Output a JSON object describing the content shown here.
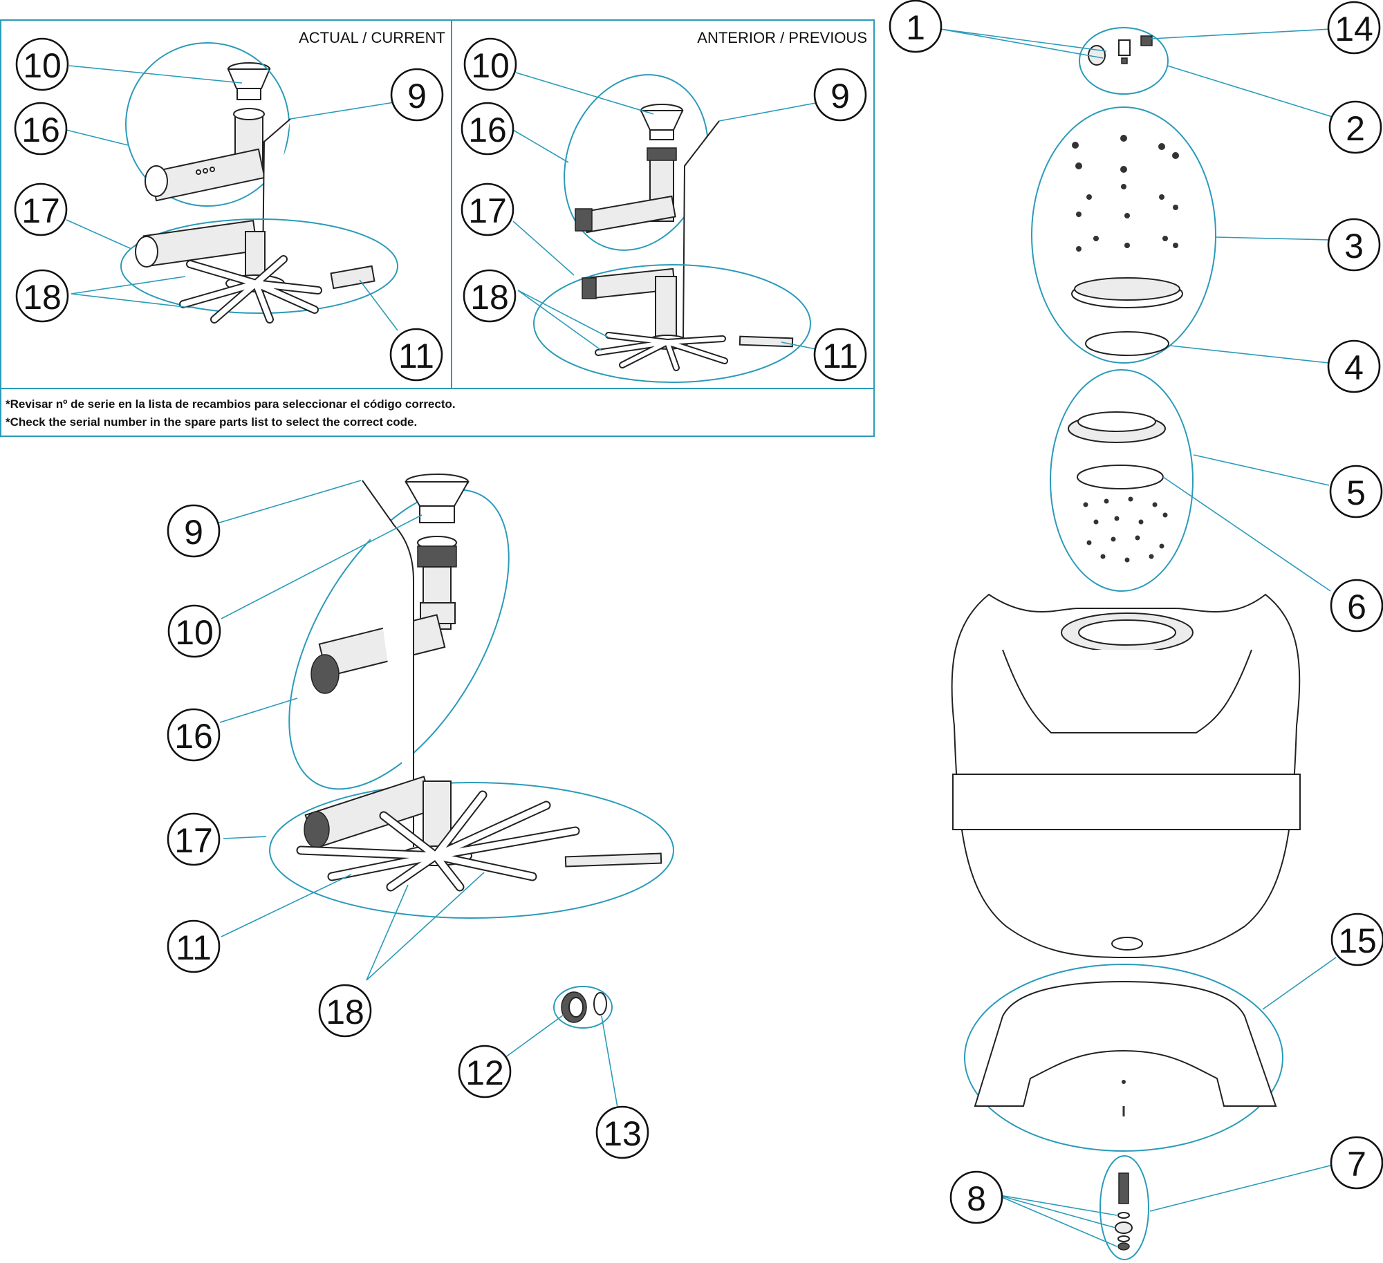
{
  "panels": {
    "current_label": "ACTUAL / CURRENT",
    "previous_label": "ANTERIOR / PREVIOUS"
  },
  "notes": {
    "line1": "*Revisar nº de serie en la lista de recambios para seleccionar el código correcto.",
    "line2": "*Check the serial number in the spare parts list to select the correct code."
  },
  "callouts": {
    "c1": "1",
    "c2": "2",
    "c3": "3",
    "c4": "4",
    "c5": "5",
    "c6": "6",
    "c7": "7",
    "c8": "8",
    "c9": "9",
    "c10": "10",
    "c11": "11",
    "c12": "12",
    "c13": "13",
    "c14": "14",
    "c15": "15",
    "c16": "16",
    "c17": "17",
    "c18": "18"
  },
  "colors": {
    "accent": "#2a9bb9",
    "line": "#111111"
  }
}
